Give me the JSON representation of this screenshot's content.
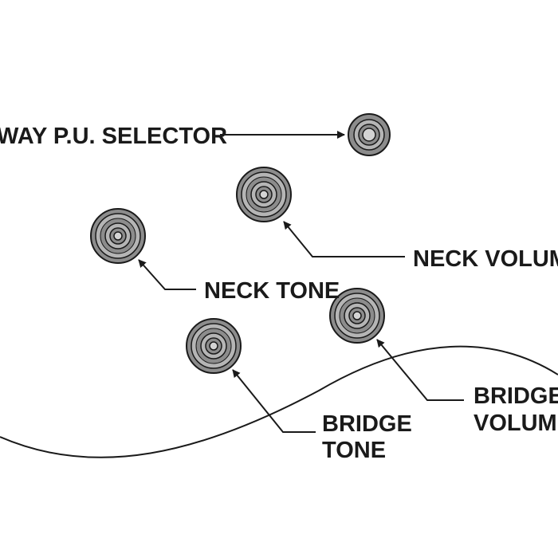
{
  "labels": {
    "selector": "WAY P.U. SELECTOR",
    "neck_volume": "NECK VOLUME",
    "neck_tone": "NECK TONE",
    "bridge_volume_line1": "BRIDGE",
    "bridge_volume_line2": "VOLUME",
    "bridge_tone_line1": "BRIDGE",
    "bridge_tone_line2": "TONE"
  },
  "colors": {
    "ink": "#1a1a1a",
    "knob_outer": "#8c8c8c",
    "knob_ring": "#b5b5b5",
    "knob_center": "#d4d4d4",
    "background": "#ffffff"
  }
}
